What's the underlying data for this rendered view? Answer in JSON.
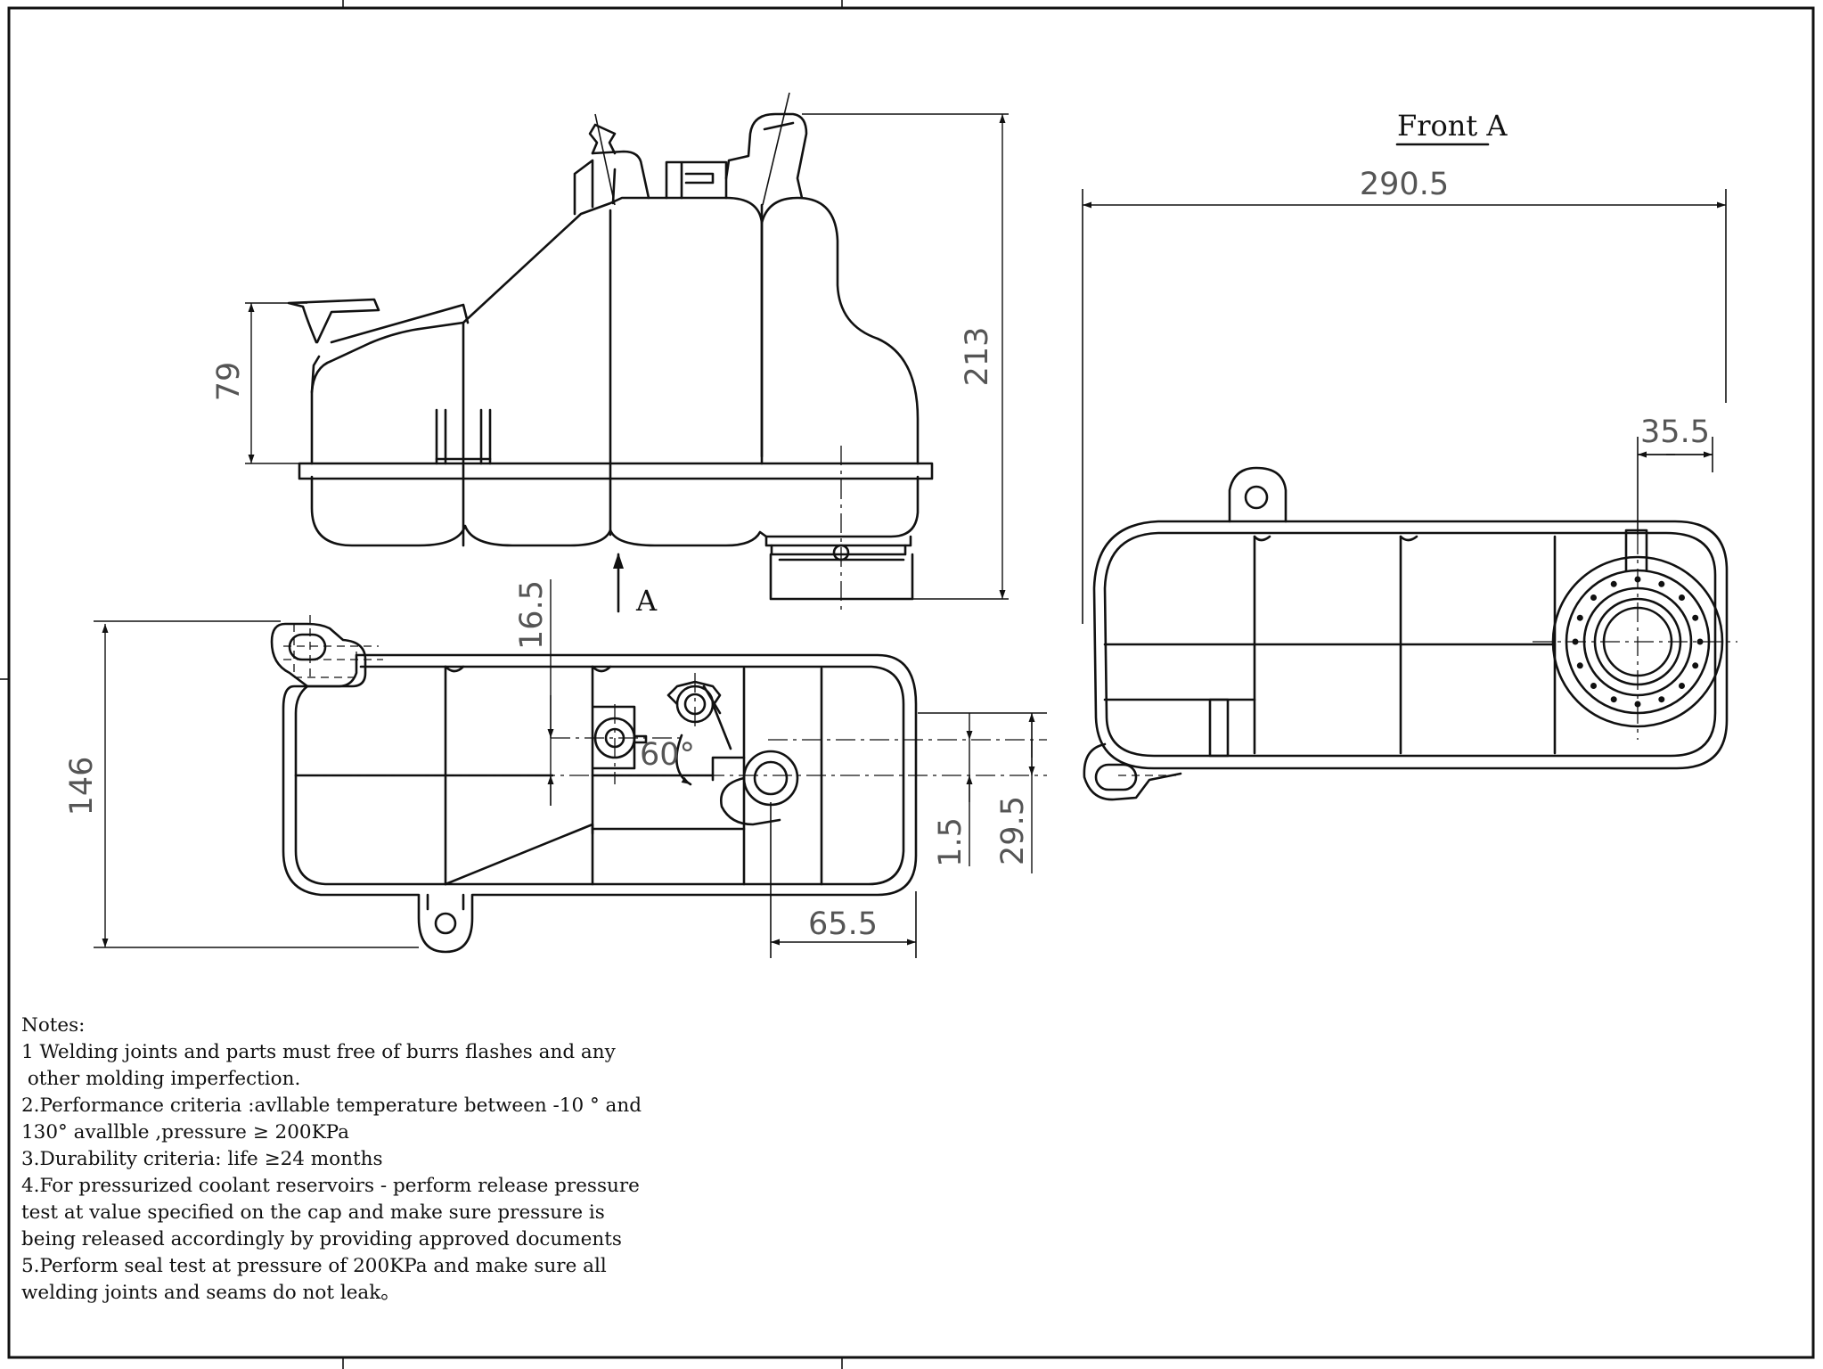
{
  "view_label": "Front A",
  "section_marker": "A",
  "dimensions": {
    "height_total": "213",
    "height_neck": "79",
    "width_total": "290.5",
    "offset_cap": "35.5",
    "offset_top": "16.5",
    "depth_total": "146",
    "angle": "60°",
    "offset_small": "1.5",
    "offset_outlet": "29.5",
    "width_outlet": "65.5"
  },
  "notes": {
    "heading": "Notes:",
    "lines": [
      "1 Welding joints and parts must free of burrs flashes and any",
      " other molding imperfection.",
      "2.Performance criteria :avllable temperature between -10 ° and",
      "130° avallble ,pressure ≥ 200KPa",
      "3.Durability criteria: life ≥24 months",
      "4.For pressurized coolant reservoirs - perform release pressure",
      "test at value specified on the cap and make sure pressure is",
      "being released accordingly by providing approved documents",
      "5.Perform seal test at pressure of 200KPa and make sure all",
      "welding joints and seams do not leak。"
    ]
  }
}
